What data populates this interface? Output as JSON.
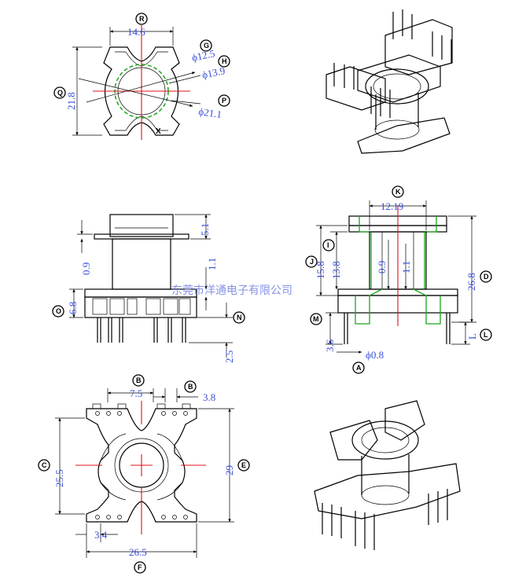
{
  "top_view": {
    "dims": {
      "width": "14.6",
      "height": "21.8",
      "d1": "ϕ12.5",
      "d2": "ϕ13.9",
      "d3": "ϕ21.1"
    },
    "labels": {
      "r": "R",
      "g": "G",
      "h": "H",
      "p": "P",
      "q": "Q"
    },
    "mark": "X"
  },
  "front_view": {
    "dims": {
      "top": "5.1",
      "gap_left": "0.9",
      "gap_right": "1.1",
      "base": "6.8",
      "pin": "2.5"
    },
    "labels": {
      "o": "O",
      "n": "N"
    }
  },
  "side_view": {
    "dims": {
      "inner": "12.19",
      "h1": "15.8",
      "h2": "13.8",
      "g1": "0.9",
      "g2": "1.1",
      "total": "26.8",
      "pin_len": "3.6",
      "pin_dia": "ϕ0.8"
    },
    "labels": {
      "k": "K",
      "i": "I",
      "j": "J",
      "d": "D",
      "m": "M",
      "l": "L",
      "a": "A",
      "l_text": "L"
    }
  },
  "bottom_view": {
    "dims": {
      "pitch_a": "7.5",
      "pitch_b": "3.8",
      "height_c": "25.5",
      "height_e": "29",
      "offset": "3.4",
      "width_f": "26.5"
    },
    "labels": {
      "b1": "B",
      "b2": "B",
      "c": "C",
      "e": "E",
      "f": "F"
    }
  },
  "watermark": "东莞市洋通电子有限公司"
}
